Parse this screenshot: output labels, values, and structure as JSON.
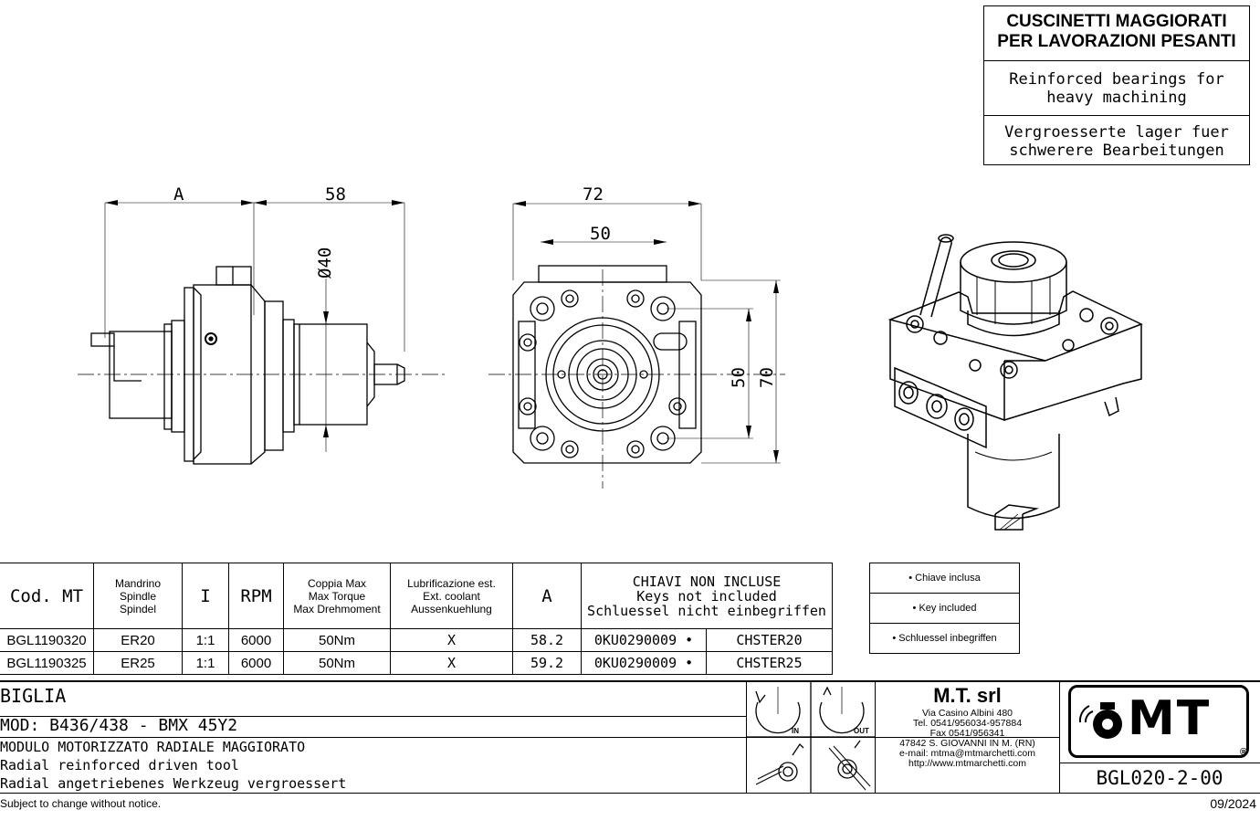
{
  "title_box": {
    "it_line1": "CUSCINETTI MAGGIORATI",
    "it_line2": "PER LAVORAZIONI PESANTI",
    "en_line1": "Reinforced bearings for",
    "en_line2": "heavy machining",
    "de_line1": "Vergroesserte lager fuer",
    "de_line2": "schwerere Bearbeitungen"
  },
  "dimensions": {
    "side_a": "A",
    "side_58": "58",
    "side_dia40": "Ø40",
    "front_72": "72",
    "front_50_top": "50",
    "front_50_right": "50",
    "front_70": "70"
  },
  "table": {
    "headers": {
      "cod": "Cod. MT",
      "spindle_1": "Mandrino",
      "spindle_2": "Spindle",
      "spindle_3": "Spindel",
      "ratio": "I",
      "rpm": "RPM",
      "torque_1": "Coppia Max",
      "torque_2": "Max Torque",
      "torque_3": "Max Drehmoment",
      "lub_1": "Lubrificazione est.",
      "lub_2": "Ext. coolant",
      "lub_3": "Aussenkuehlung",
      "a": "A",
      "keys_1": "CHIAVI NON INCLUSE",
      "keys_2": "Keys not included",
      "keys_3": "Schluessel nicht einbegriffen"
    },
    "rows": [
      {
        "cod": "BGL1190320",
        "spindle": "ER20",
        "ratio": "1:1",
        "rpm": "6000",
        "torque": "50Nm",
        "coolant": "X",
        "a": "58.2",
        "key1": "0KU0290009 •",
        "key2": "CHSTER20"
      },
      {
        "cod": "BGL1190325",
        "spindle": "ER25",
        "ratio": "1:1",
        "rpm": "6000",
        "torque": "50Nm",
        "coolant": "X",
        "a": "59.2",
        "key1": "0KU0290009 •",
        "key2": "CHSTER25"
      }
    ]
  },
  "legend": {
    "it": "• Chiave inclusa",
    "en": "• Key included",
    "de": "• Schluessel inbegriffen"
  },
  "bottom": {
    "machine": "BIGLIA",
    "model": "MOD: B436/438   - BMX 45Y2",
    "desc_it": "MODULO MOTORIZZATO RADIALE MAGGIORATO",
    "desc_en": "Radial reinforced driven tool",
    "desc_de": "Radial angetriebenes Werkzeug vergroessert",
    "notice": "Subject to change without notice.",
    "rot_in": "IN",
    "rot_out": "OUT",
    "company": "M.T. srl",
    "addr1": "Via Casino Albini 480",
    "addr2": "Tel. 0541/956034-957884",
    "addr3": "Fax 0541/956341",
    "addr4": "47842 S. GIOVANNI IN M. (RN)",
    "addr5": "e-mail: mtma@mtmarchetti.com",
    "addr6": "http://www.mtmarchetti.com",
    "logo_text": "MT",
    "registered": "®",
    "drawing_code": "BGL020-2-00",
    "date": "09/2024"
  }
}
